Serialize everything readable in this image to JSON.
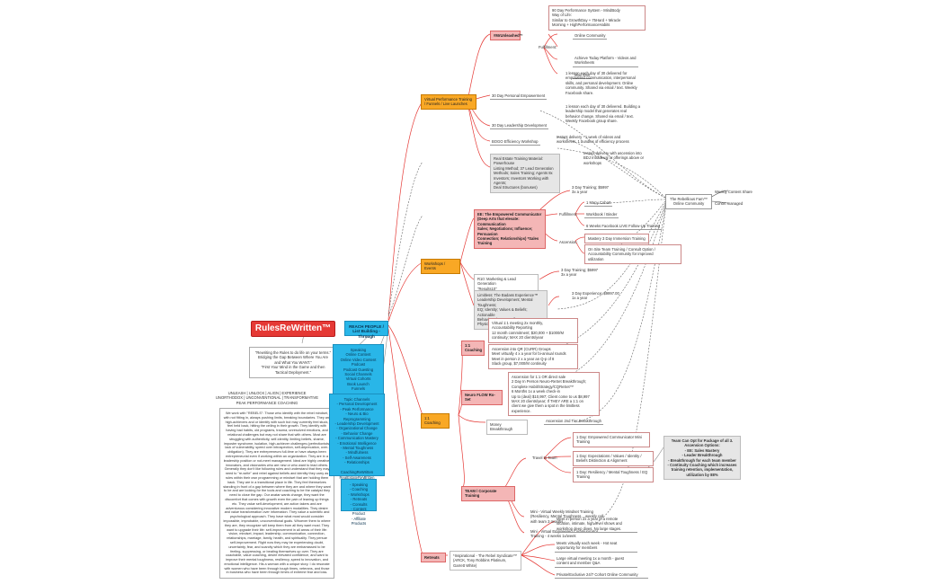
{
  "root": {
    "title": "RulesReWritten™"
  },
  "center": {
    "reach": "REACH PEOPLE /\nList Building - Through"
  },
  "left": {
    "quote": "\"Rewriting the Rules to do life on your terms.\"\nBridging the Gap Between Where You Are\nand What You WANT.\"\n\"First Your Mind in the Game and then\nTactical Deployment.\"",
    "pillars": "UNLEASH | UNLOCK | ALIGN | EXPERIENCE\nUNORTHODOX | UNCONVENTIONAL | TRANSFORMATIVE\nPEAK PERFORMANCE COACHING",
    "manifesto": "We work with \"REBELS\": Those who identify with the rebel mindset, with not fitting in, always pushing limits, breaking boundaries. They are high-achievers and or identify with such but may currently feel stuck, feel held back, hitting the ceiling in their growth. They identify with having bad habits, old programs, trauma, unresolved emotions, and relational challenges but may not share that with others. Most are struggling with authenticity, self-identity, limiting beliefs, shame, imposter syndrome, isolation, high-achiever challenges (perfectionists, lack of vulnerability, speed over introspection, self-deprecation, over-obligation). They are entrepreneurs full-time or have always been entrepreneurial even if working within an organization. They are in a leadership position or not-meet management. Ideal are highly creative, innovators, and visionaries who are new or who want to lead others. Generally they don't like following rules and understand that they may need to \"re-write\" and rebel against beliefs and identity they carry as rules within their own programming or mindset that are holding them back. They are in a transitional place in life. They feel themselves standing in front of a gap between where they are and where they want to be and are looking for the tools and coaching to be the catalyst they need to close the gap. Our avatar wants change, they want the discomfort that comes with growth even the pain of leaning up things etc. They value self-development, are action takers and are adventurous considering innovative modern modalities. They desire and value transformation over information. They value a scientific and psychological approach. They have what most would consider impossible, improbable, unconventional goals. Whoever them to where they are, they recognize will keep them from all they want most. They want to upgrade their life: self-improvement in all areas of their life: vision, mindset, impact, leadership, communication, connection, relationships, marriage, family, health, and spirituality. They persue self-improvement. Right now they may be experiencing doubt, uncertainty, fear, and scarcity which they are embarrassed to be feeling, suppressing, or beating themselves up over. They are coachable, value coaching, desire elevated confidence, and want to improve their mental toughness, resiliency, speed to innovation, and emotional intelligence. His a woman with a unique story. I do resonate with women who have been through tough times, veterans, and those in business who have been through times of extreme fear and loss."
  },
  "channels": "Speaking\nOnline Content\nOnline Video Content\nPodcast\nPodcast Guesting\nSocial Channels\nVirtual Cohorts\nBook Launch\nFunnels",
  "topics": "Topic Channels\n- Personal Development\n- Peak Performance\n- Neuro & Bio Reprogramming\n- Leadership Development\n- Organizational Change\n- Behavior Change\n- Communication Mastery\n- Emotional Intelligence\n- Mental Toughness\n- Mindfulness\n- Self-Awareness\n- Relationships\n\nCoachingReWritten\nRealEstateReWritten",
  "services": "- Speaking\n- Coaching\n- Workshops\n- Retreats\n- Consults\n- Content Product\n- Affiliate Products",
  "branches": {
    "virtual": "Virtual Performance Training\n/ Funnels / Live Launches",
    "workshops": "Workshops / Events",
    "coaching": "1:1 Coaching",
    "retreats": "Retreats"
  },
  "virtual": {
    "unleashed": "#MrUnleashed™",
    "perf_system": "90 Day Performance System - MindBody\nWay of Life:\nSimilar to GrowthDay + 75Hard + Miracle\nMorning + HighPerformanceHabits",
    "fulfillment": "Fulfillment:",
    "online_community": "Online Community",
    "achieve_today": "Achieve Today Platform - Videos and\nWorksheets",
    "mail_shirt": "Mail Shirt",
    "personal_empowerment": "30 Day Personal Empowerment",
    "pe_desc": "1 lesson each day of 30 delivered for\nempowered communication, interpersonal\nskills, and personal development. Online\ncommunity. Shared via email / text. Weekly\nFacebook share.",
    "leadership_dev": "30 Day Leadership Development",
    "ld_desc": "1 lesson each day of 30 delivered. Building a\nleadership model that generates real\nbehavior change. Shared via email / text.\nWeekly Facebook group share.",
    "bogo": "BOGO Efficiency Workshop",
    "bogo_desc": "Instant delivery - 1 week of videos and\nworksheets. 1 bundles of efficiency process",
    "instant_delivery": "Instant delivery with ascension into\nBDJ Intradeval or offerings above or\nworkshops",
    "real_estate": "Real Estate Training Material: Powerhouse\nListing Method; 37 Lead Generation\nMethods; Sales Training; Agents 8x\nInvestors; Investors Working with Agents;\nDeal Structures (bonuses)"
  },
  "community": {
    "rebel_fam": "The Rebellious Fam™\nOnline Community",
    "weekly_content": "Weekly Content Share",
    "cohort_managed": "Cohort managed"
  },
  "workshops": {
    "empowered": "EE: The Empowered Communicator\n(Deep Arts that elevate: Communication\nSales; Negotiations; Influence; Persuasion\nConnection; Relationships) *Sales Training",
    "three_day": "3 Day Training; $5997\n3x a year",
    "fulfillment": "Fulfillment:",
    "many_cohort": "1 Many Cohort",
    "workbook": "Workbook / Binder",
    "six_weeks": "6 Weeks Facebook LIVE Follow-Up Training",
    "ascension": "Ascension:",
    "mastery": "Mastery 3 Day Immersion Training",
    "onsite": "On Site Team Training / Consult Option /\nAccountability Community for improved\nutilization",
    "r10": "R10: Marketing & Lead Generation\n\"Results10\"",
    "r10_price": "3 Day Training; $5997\n3x a year",
    "limitless": "Limitless: The Badass Experience™\nLeadership Development; Mental Toughness;\nEQ; Identity; Values & Beliefs; Actionable\nBehavior Change; Self-Awareness;\nPhysical Level/Feeling",
    "limitless_price": "3 Day Experience; $9997.00\n1x a year"
  },
  "coaching": {
    "virtual": "Virtual 1:1 meeting 2x monthly,\nAccountability Reporting\n12 month commitment; $20,000 + $1000/M\ncontinuity; MAX 20 clients/year",
    "ascension": "Ascension into QR (CURR) Groups\nMeet virtually 4 x a year for bi-annual rounds\nMeet in person 2 x a year an Q-p of 8\nSlack group, $7,000/M continuity",
    "neuro_flow": "Neuro FLOW Ro-Set",
    "neuro_desc": "Ascension for 1:1 OR direct sale\n2 Day In Person Neuro-ReSet Breakthrough;\nComplete Habit/Strategy/CQReSet™\n6 Months 1x a week check-in\nUp to (deal) $10,997; Client come to us $8,997\nMAX 20 clients/year; If THEY ARE a 1:1 on\nclient we give them a spot in the limitless\nexperience.",
    "money": "Money Breakthrough",
    "money_desc": "Ascension 2nd Tier Breakthrough",
    "team": "TEAM / Corporate Training",
    "travel": "Travel to Team",
    "t1": "1 Day: Empowered Communicator Mini\nTraining",
    "t2": "1 Day: Expectations / Values / Identity /\nBeliefs Distinction & Alignment",
    "t3": "1 Day: Resiliency / Mental Toughness / EQ\nTraining",
    "mini1": "Mini - Virtual Weekly Mindset Training\n(Resiliency, Mental Toughness....weekly call\nwith team 3 months",
    "mini2": "Mini - Virtual Empowered Communicator\nTraining - 4 weeks 1x/week",
    "package": "Team Can Opt for Package of all 3.\nAscension Options:\n- EE: Sales Mastery\n- Leader Breakthrough\n- Breakthrough for each team member\n- Continuity Coaching which increases\ntraining retention, implementation,\nutilization by 88%"
  },
  "retreats": {
    "inspirational": "*Inspirational - The Rebel Syndicate™\n(ARCK, Tony Robbins Platinum, Garrett White)",
    "r1": "Meet in person 2x a year in a remote\nlocation, intimate, high-level shows and\nworkshop deep dives. No large stages.",
    "r2": "Meets virtually each week - Hot seat\nopportunity for members",
    "r3": "Large virtual meeting 1x a month - guest\ncontent and member Q&A",
    "r4": "Private/Exclusive 24/7 Cohort Online Community"
  }
}
